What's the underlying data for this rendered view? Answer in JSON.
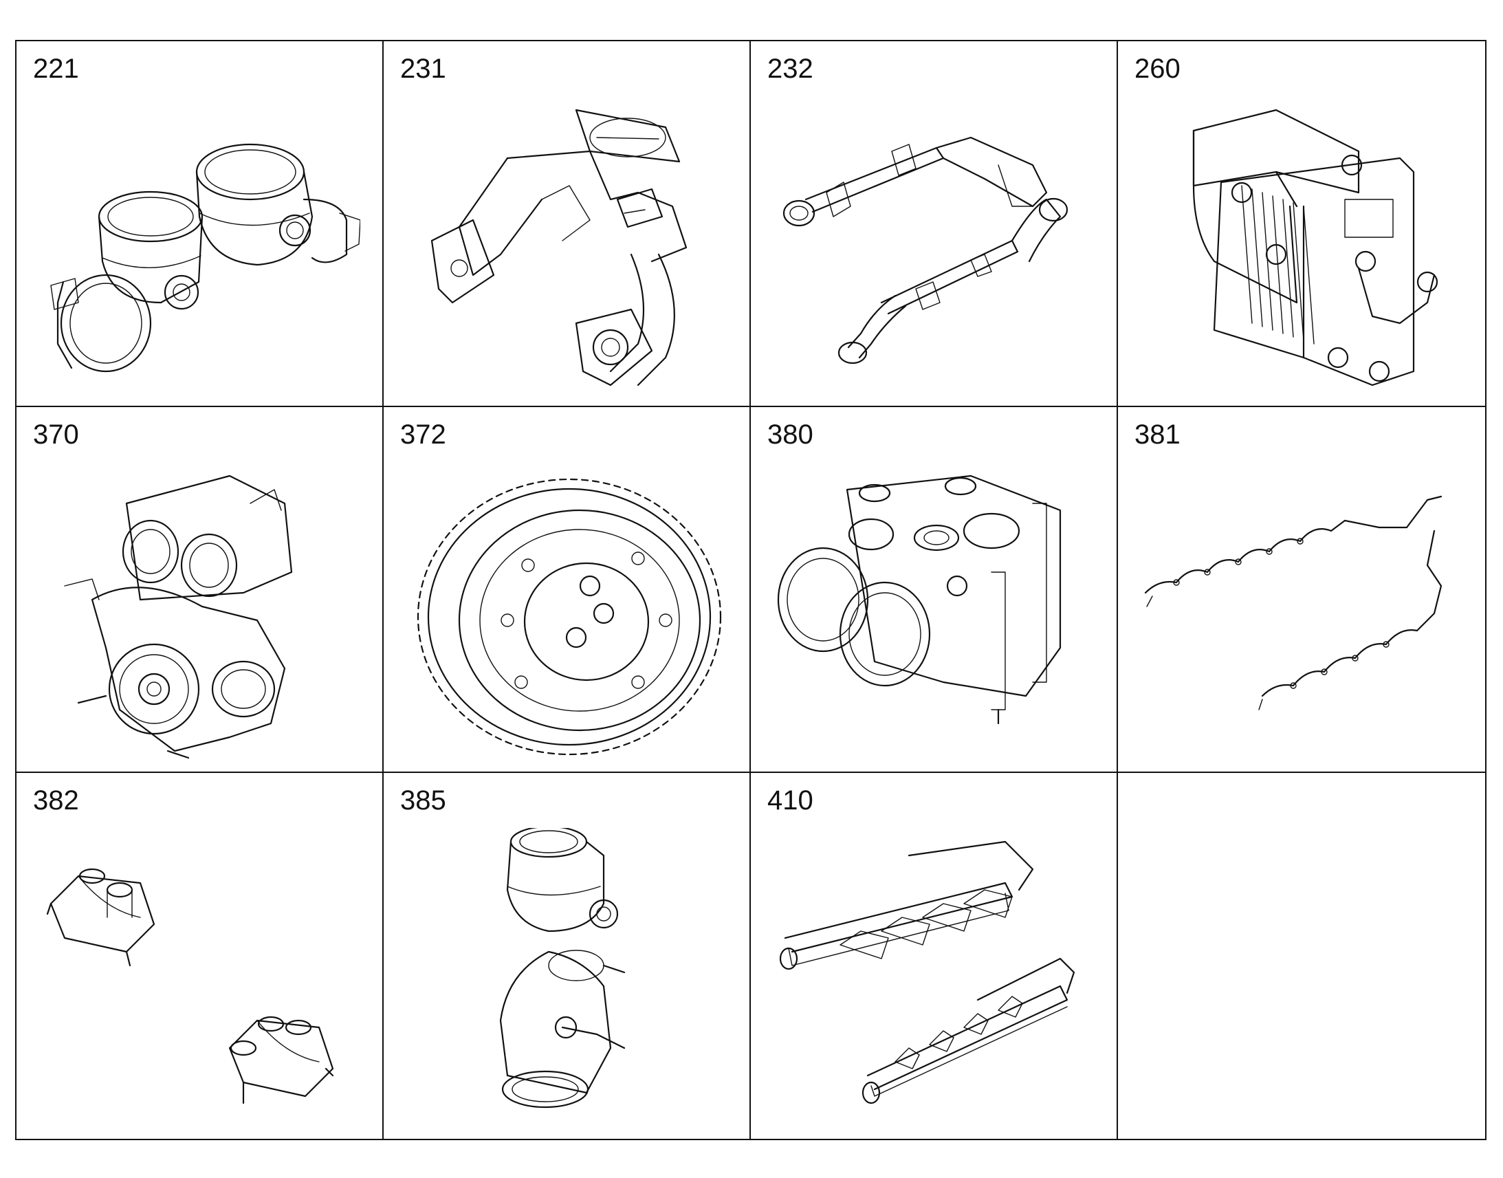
{
  "cells": [
    {
      "number": "221",
      "icon": "intake-elbows-icon"
    },
    {
      "number": "231",
      "icon": "throttle-housing-icon"
    },
    {
      "number": "232",
      "icon": "pipe-assembly-icon"
    },
    {
      "number": "260",
      "icon": "cooler-icon"
    },
    {
      "number": "370",
      "icon": "pump-assembly-icon"
    },
    {
      "number": "372",
      "icon": "gear-icon"
    },
    {
      "number": "380",
      "icon": "pump-housing-icon"
    },
    {
      "number": "381",
      "icon": "wiring-harness-icon"
    },
    {
      "number": "382",
      "icon": "valve-covers-icon"
    },
    {
      "number": "385",
      "icon": "elbow-connector-icon"
    },
    {
      "number": "410",
      "icon": "exhaust-manifolds-icon"
    },
    {
      "number": "",
      "icon": ""
    }
  ]
}
